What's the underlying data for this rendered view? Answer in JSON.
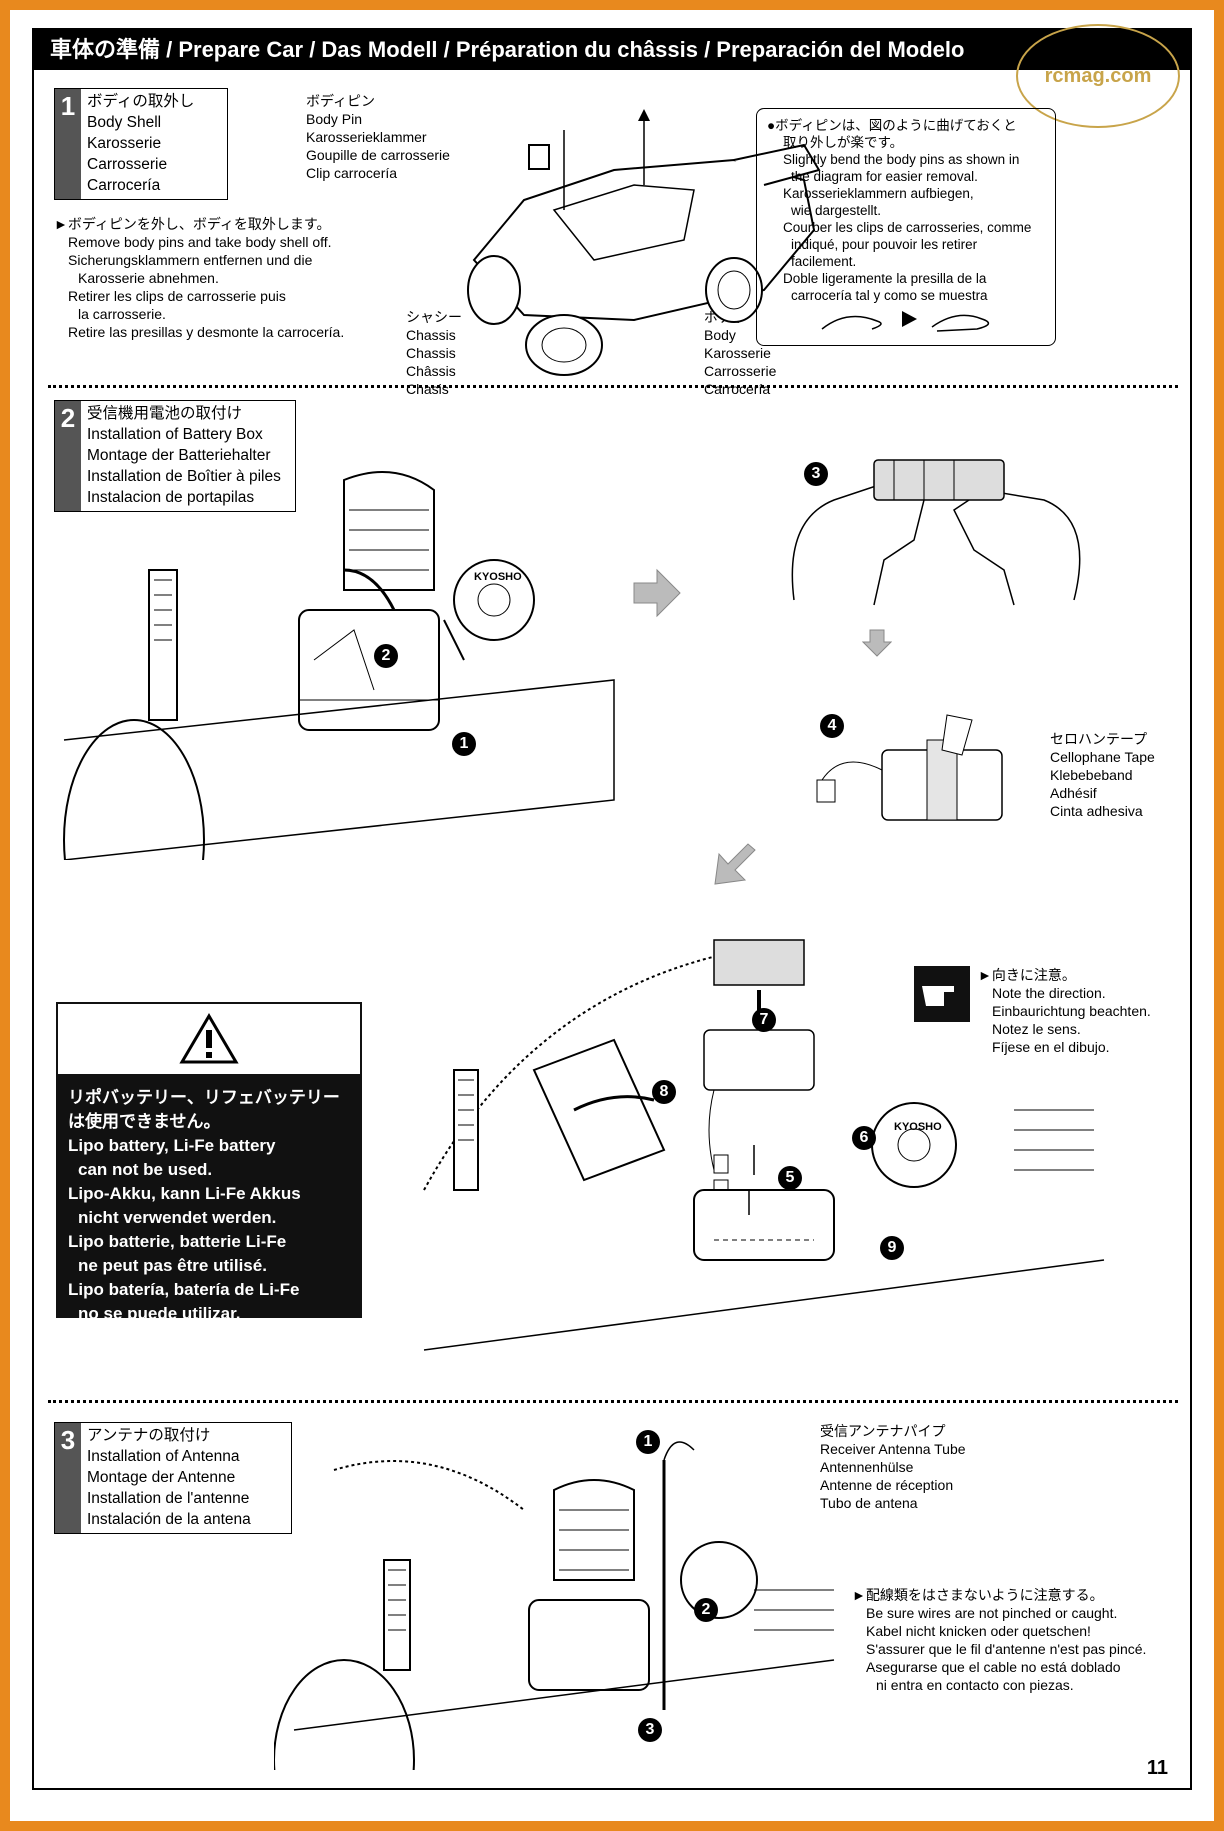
{
  "header": {
    "title": "車体の準備 / Prepare Car / Das Modell / Préparation du châssis / Preparación del Modelo"
  },
  "watermark": {
    "text": "rcmag.com"
  },
  "step1": {
    "number": "1",
    "title_lines": [
      "ボディの取外し",
      "Body Shell",
      "Karosserie",
      "Carrosserie",
      "Carrocería"
    ],
    "instructions": [
      "►ボディピンを外し、ボディを取外します。",
      "Remove body pins and take body shell off.",
      "Sicherungsklammern entfernen und die",
      "Karosserie abnehmen.",
      "Retirer les clips de carrosserie puis",
      "la carrosserie.",
      "Retire las presillas y desmonte la carrocería."
    ],
    "body_pin_labels": [
      "ボディピン",
      "Body Pin",
      "Karosserieklammer",
      "Goupille de carrosserie",
      "Clip carrocería"
    ],
    "chassis_labels": [
      "シャシー",
      "Chassis",
      "Chassis",
      "Châssis",
      "Chasis"
    ],
    "body_labels": [
      "ボディ",
      "Body",
      "Karosserie",
      "Carrosserie",
      "Carrocería"
    ],
    "note_lines": [
      "●ボディピンは、図のように曲げておくと",
      "取り外しが楽です。",
      "Slightly bend the body pins as shown in",
      "the diagram for easier removal.",
      "Karosserieklammern aufbiegen,",
      "wie dargestellt.",
      "Courber les clips de carrosseries, comme",
      "indiqué, pour pouvoir les retirer facilement.",
      "Doble ligeramente la presilla de la",
      "carrocería tal y como se muestra"
    ]
  },
  "step2": {
    "number": "2",
    "title_lines": [
      "受信機用電池の取付け",
      "Installation of Battery Box",
      "Montage der Batteriehalter",
      "Installation de Boîtier à piles",
      "Instalacion de portapilas"
    ],
    "tape_labels": [
      "セロハンテープ",
      "Cellophane Tape",
      "Klebebeband",
      "Adhésif",
      "Cinta adhesiva"
    ],
    "direction_labels": [
      "►向きに注意。",
      "Note the direction.",
      "Einbaurichtung beachten.",
      "Notez le sens.",
      "Fíjese en el dibujo."
    ],
    "warning_lines": [
      "リポバッテリー、リフェバッテリー",
      "は使用できません。",
      "Lipo battery, Li-Fe battery",
      "can not be used.",
      "Lipo-Akku, kann Li-Fe Akkus",
      "nicht verwendet werden.",
      "Lipo batterie, batterie Li-Fe",
      "ne peut pas être utilisé.",
      "Lipo batería, batería de Li-Fe",
      "no se puede utilizar."
    ],
    "brand": "KYOSHO",
    "markers": [
      "1",
      "2",
      "3",
      "4",
      "5",
      "6",
      "7",
      "8",
      "9"
    ]
  },
  "step3": {
    "number": "3",
    "title_lines": [
      "アンテナの取付け",
      "Installation of Antenna",
      "Montage der Antenne",
      "Installation de l'antenne",
      "Instalación de la antena"
    ],
    "tube_labels": [
      "受信アンテナパイプ",
      "Receiver Antenna Tube",
      "Antennenhülse",
      "Antenne de réception",
      "Tubo de antena"
    ],
    "wire_labels": [
      "►配線類をはさまないように注意する。",
      "Be sure wires are not pinched or caught.",
      "Kabel nicht knicken oder quetschen!",
      "S'assurer que le fil d'antenne n'est pas pincé.",
      "Asegurarse que el cable no está doblado",
      "ni entra en contacto con piezas."
    ],
    "markers": [
      "1",
      "2",
      "3"
    ]
  },
  "page_number": "11"
}
